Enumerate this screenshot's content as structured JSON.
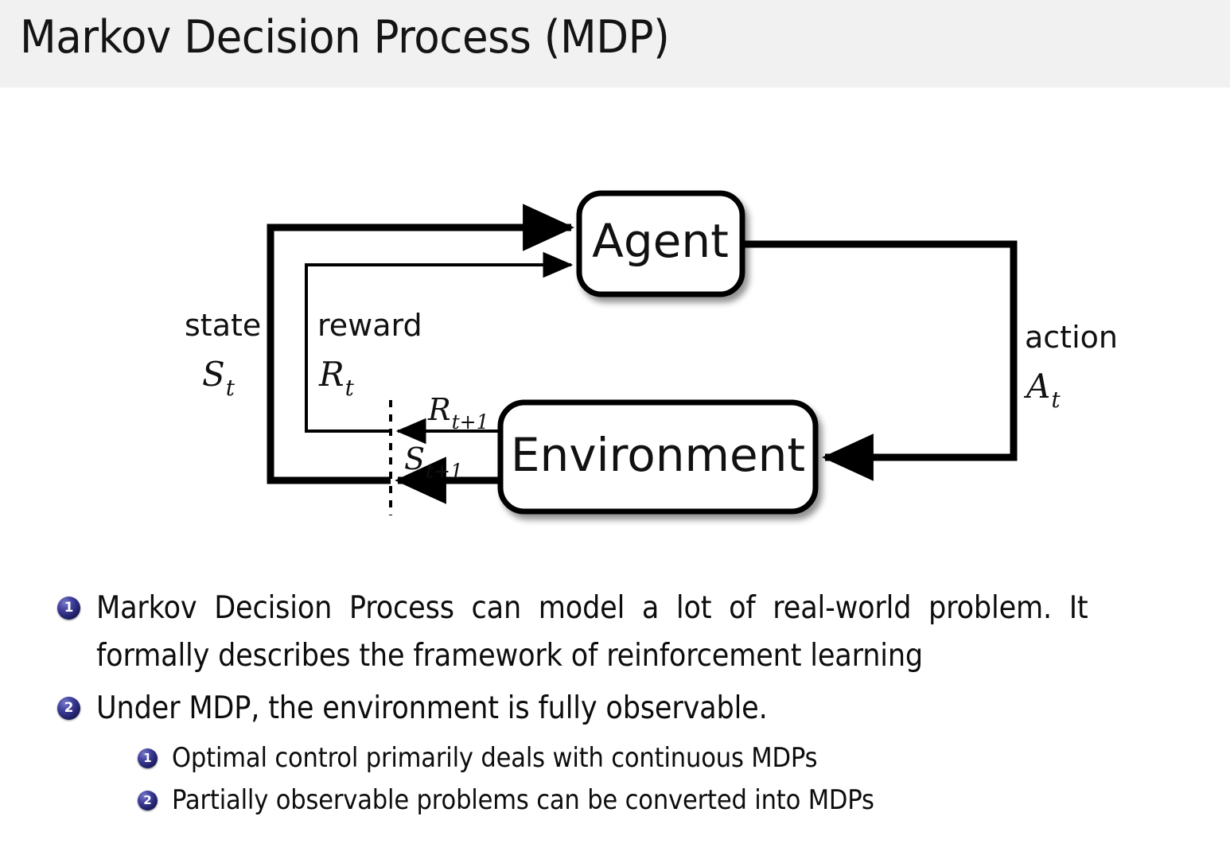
{
  "slide": {
    "title": "Markov Decision Process (MDP)",
    "header_bg": "#f1f1f1",
    "page_bg": "#ffffff",
    "text_color": "#0d0d0d"
  },
  "diagram": {
    "name": "agent-environment-interaction-loop",
    "nodes": {
      "agent": "Agent",
      "environment": "Environment"
    },
    "edge_labels": {
      "state_word": "state",
      "state_symbol": "S",
      "state_symbol_sub": "t",
      "reward_word": "reward",
      "reward_symbol": "R",
      "reward_symbol_sub": "t",
      "action_word": "action",
      "action_symbol": "A",
      "action_symbol_sub": "t",
      "reward_next": "R",
      "reward_next_sub": "t+1",
      "state_next": "S",
      "state_next_sub": "t+1"
    },
    "stroke_color": "#000000",
    "box_fill": "#ffffff"
  },
  "bullets": {
    "marker_color": "#262673",
    "items": [
      {
        "number": "1",
        "text": "Markov Decision Process can model a lot of real-world problem. It formally describes the framework of reinforcement learning"
      },
      {
        "number": "2",
        "text": "Under MDP, the environment is fully observable."
      }
    ],
    "sub_items": [
      {
        "number": "1",
        "text": "Optimal control primarily deals with continuous MDPs"
      },
      {
        "number": "2",
        "text": "Partially observable problems can be converted into MDPs"
      }
    ]
  }
}
